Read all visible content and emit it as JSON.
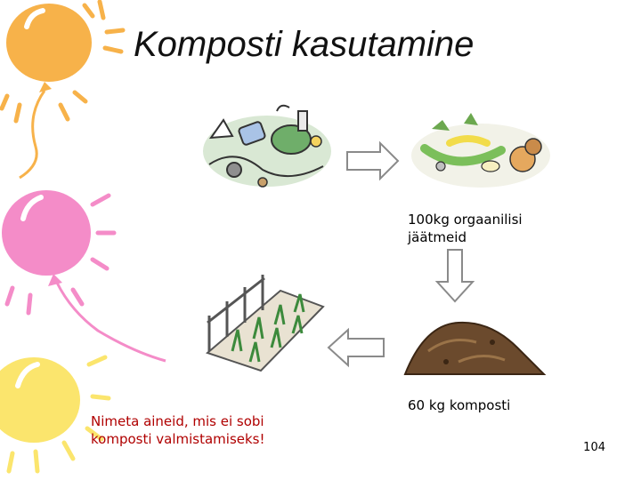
{
  "slide": {
    "title": "Komposti kasutamine",
    "organic_waste_label": "100kg orgaanilisi jäätmeid",
    "compost_label": "60 kg komposti",
    "question": "Nimeta aineid, mis ei sobi komposti valmistamiseks!",
    "page_number": "104"
  },
  "colors": {
    "balloon_orange": "#f7b24a",
    "balloon_pink": "#f48cc8",
    "balloon_yellow": "#fbe56d",
    "question_text": "#b00000",
    "arrow_outline": "#8a8a8a"
  },
  "icons": [
    "waste-pile-icon",
    "food-scraps-icon",
    "compost-heap-icon",
    "garden-bed-icon",
    "arrow-right-icon",
    "arrow-down-icon",
    "arrow-left-icon"
  ]
}
